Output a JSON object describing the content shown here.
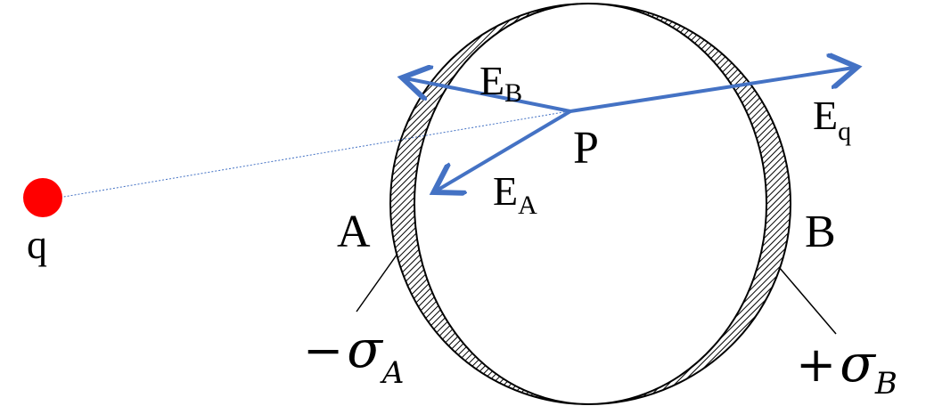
{
  "charge": {
    "label": "q",
    "color": "#ff0000"
  },
  "point": {
    "label": "P"
  },
  "shell_a": {
    "label": "A"
  },
  "shell_b": {
    "label": "B"
  },
  "field_a": {
    "main": "E",
    "sub": "A"
  },
  "field_b": {
    "main": "E",
    "sub": "B"
  },
  "field_q": {
    "main": "E",
    "sub": "q"
  },
  "sigma_a": {
    "sign": "−",
    "symbol": "σ",
    "sub": "A"
  },
  "sigma_b": {
    "sign": "+",
    "symbol": "σ",
    "sub": "B"
  },
  "colors": {
    "arrow": "#4472c4",
    "dotted_line": "#4472c4",
    "outline": "#000000"
  }
}
